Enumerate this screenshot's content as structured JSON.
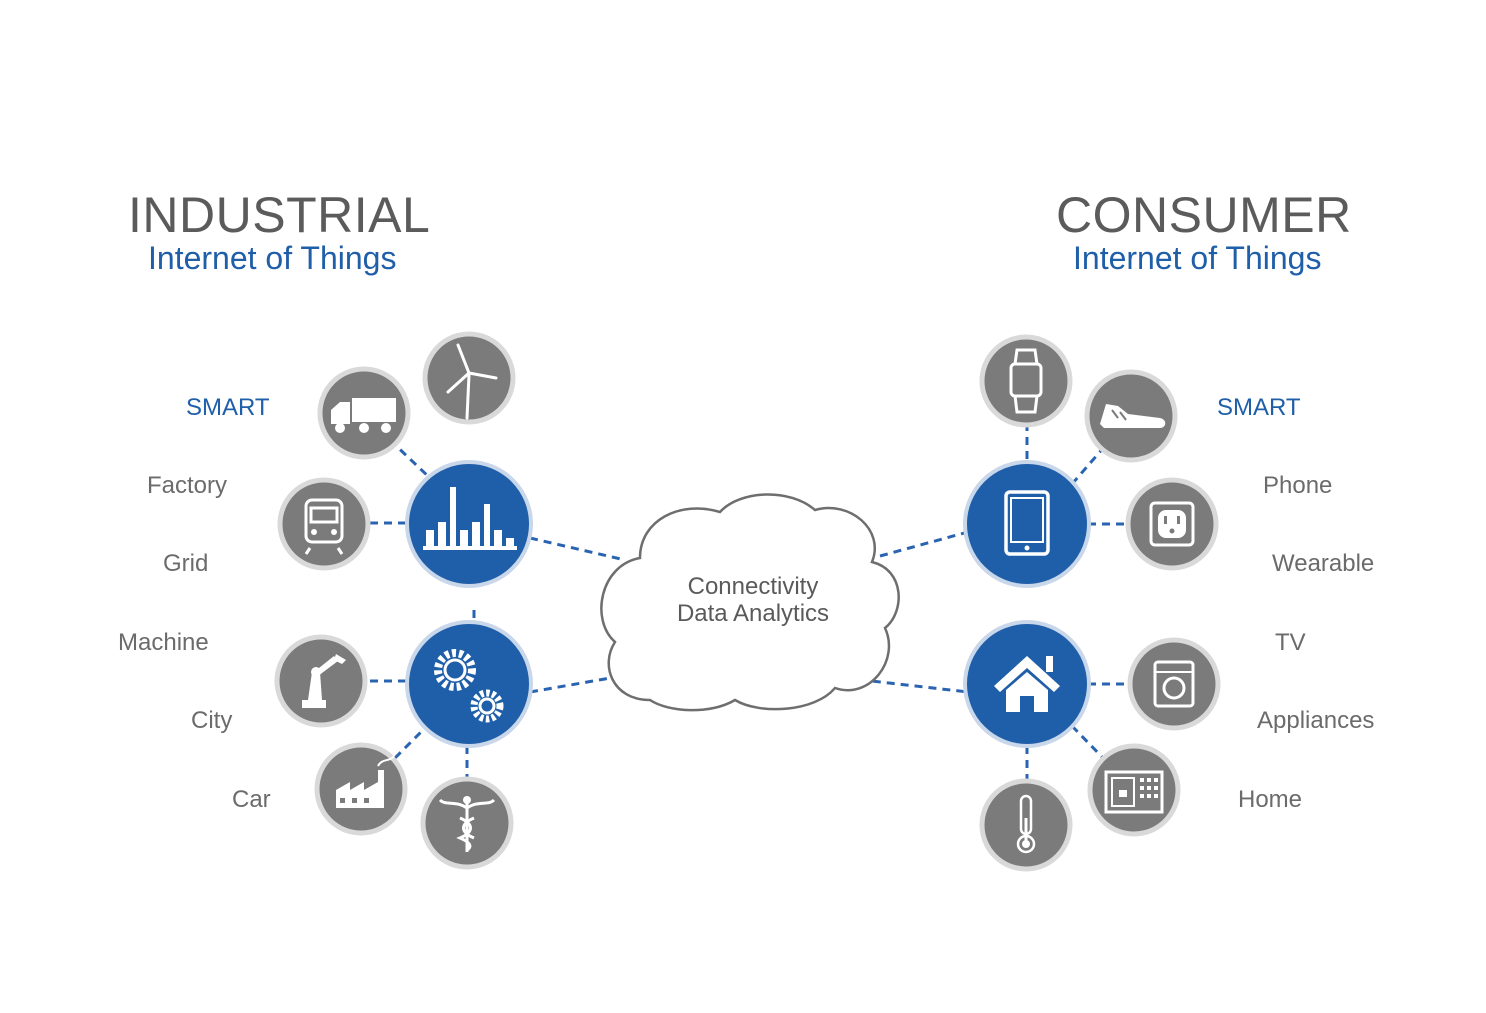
{
  "industrial": {
    "title": "INDUSTRIAL",
    "subtitle": "Internet of Things",
    "smart": "SMART",
    "items": [
      "Factory",
      "Grid",
      "Machine",
      "City",
      "Car"
    ]
  },
  "consumer": {
    "title": "CONSUMER",
    "subtitle": "Internet of Things",
    "smart": "SMART",
    "items": [
      "Phone",
      "Wearable",
      "TV",
      "Appliances",
      "Home"
    ]
  },
  "cloud": {
    "line1": "Connectivity",
    "line2": "Data Analytics"
  },
  "colors": {
    "hub_blue": "#1f5ea8",
    "icon_gray": "#7b7b7b",
    "ring_gray": "#d9d9d9",
    "link_blue": "#2a63b0"
  },
  "icons": {
    "industrial_hubs": [
      "factory-chart-icon",
      "gears-icon"
    ],
    "industrial_satellites": [
      "truck-icon",
      "wind-turbine-icon",
      "train-icon",
      "robot-arm-icon",
      "factory-icon",
      "caduceus-icon"
    ],
    "consumer_hubs": [
      "tablet-icon",
      "house-icon"
    ],
    "consumer_satellites": [
      "smartwatch-icon",
      "sneaker-icon",
      "power-outlet-icon",
      "washing-machine-icon",
      "safe-icon",
      "thermometer-icon"
    ]
  }
}
